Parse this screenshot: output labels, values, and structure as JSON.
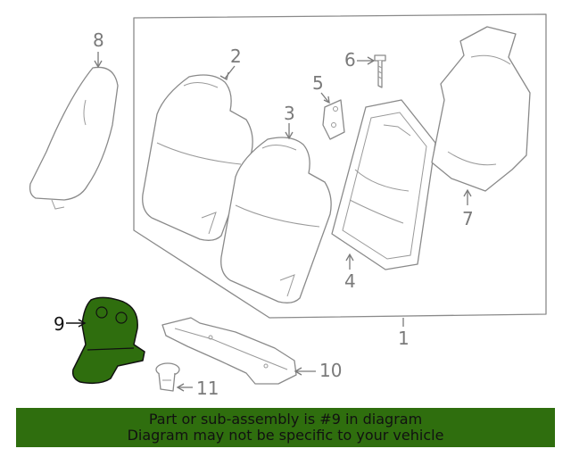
{
  "callouts": {
    "c1": "1",
    "c2": "2",
    "c3": "3",
    "c4": "4",
    "c5": "5",
    "c6": "6",
    "c7": "7",
    "c8": "8",
    "c9": "9",
    "c10": "10",
    "c11": "11"
  },
  "highlight": {
    "part": "9",
    "color": "#2f6e0e"
  },
  "colors": {
    "line": "#8a8a8a",
    "banner_bg": "#2f6e0e",
    "banner_text": "#111111"
  },
  "banner": {
    "line1": "Part or sub-assembly is #9 in diagram",
    "line2": "Diagram may not be specific to your vehicle"
  }
}
